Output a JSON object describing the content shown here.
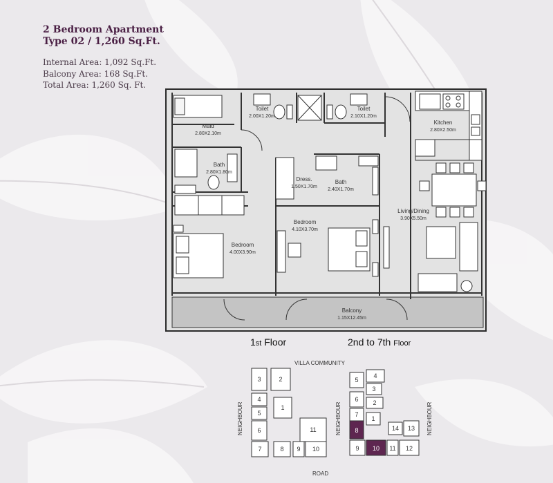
{
  "header": {
    "title_line1": "2 Bedroom Apartment",
    "title_line2": "Type 02 / 1,260 Sq.Ft.",
    "internal_area": "Internal Area: 1,092 Sq.Ft.",
    "balcony_area": "Balcony Area: 168 Sq.Ft.",
    "total_area": "Total Area: 1,260 Sq. Ft."
  },
  "rooms": {
    "maid": {
      "name": "Maid",
      "size": "2.80X2.10m"
    },
    "toilet1": {
      "name": "Toilet",
      "size": "2.00X1.20m"
    },
    "toilet2": {
      "name": "Toilet",
      "size": "2.10X1.20m"
    },
    "kitchen": {
      "name": "Kitchen",
      "size": "2.80X2.50m"
    },
    "bath1": {
      "name": "Bath",
      "size": "2.80X1.80m"
    },
    "dress": {
      "name": "Dress.",
      "size": "1.50X1.70m"
    },
    "bath2": {
      "name": "Bath",
      "size": "2.40X1.70m"
    },
    "bedroom_master": {
      "name": "Bedroom",
      "size": "4.10X3.70m"
    },
    "bedroom2": {
      "name": "Bedroom",
      "size": "4.00X3.90m"
    },
    "living": {
      "name": "Living/Dining",
      "size": "3.90X5.50m"
    },
    "balcony": {
      "name": "Balcony",
      "size": "1.15X12.45m"
    }
  },
  "floors": {
    "first": {
      "prefix": "1",
      "sup": "st",
      "suffix": "Floor"
    },
    "upper": {
      "prefix": "2nd to 7th",
      "suffix": "Floor"
    }
  },
  "site": {
    "villa_community": "VILLA COMMUNITY",
    "road": "ROAD",
    "neighbour": "NEIGHBOUR",
    "left_units": [
      "1",
      "2",
      "3",
      "4",
      "5",
      "6",
      "7",
      "8",
      "9",
      "10",
      "11"
    ],
    "right_units": [
      "1",
      "2",
      "3",
      "4",
      "5",
      "6",
      "7",
      "8",
      "9",
      "10",
      "11",
      "12",
      "13",
      "14"
    ],
    "highlighted_units": [
      "8",
      "10"
    ]
  },
  "colors": {
    "title": "#4a1f44",
    "highlight": "#5e2650",
    "plan_fill": "#e3e3e3",
    "balcony_fill": "#c4c4c4"
  }
}
